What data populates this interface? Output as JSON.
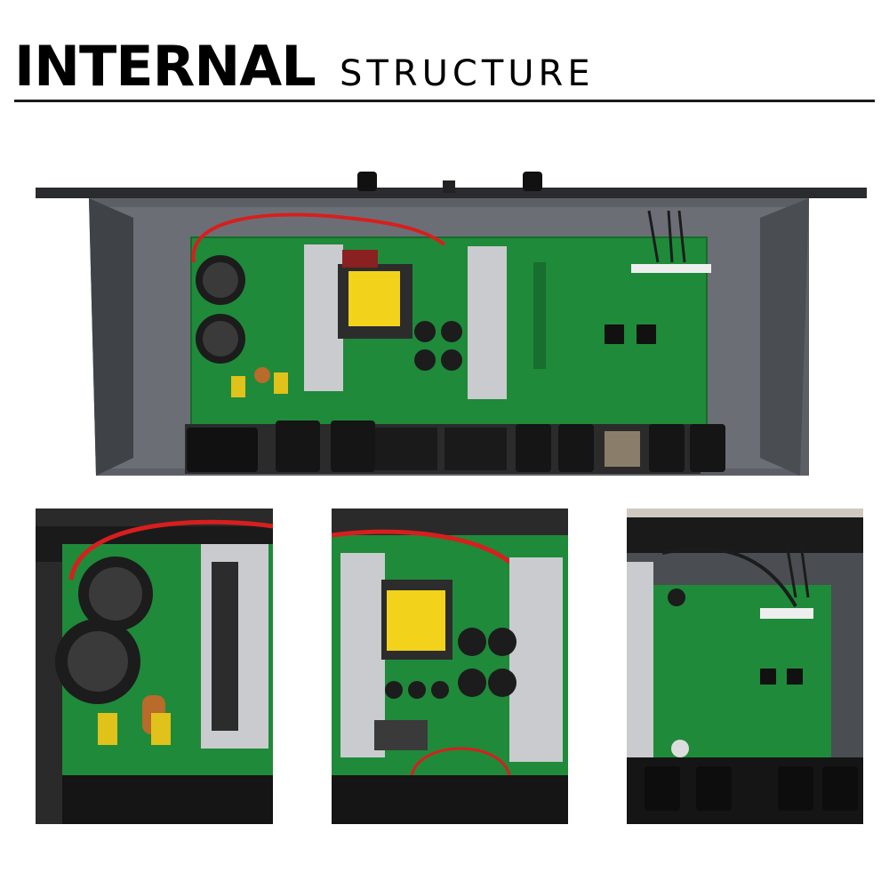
{
  "header": {
    "title_bold": "INTERNAL",
    "title_light": "STRUCTURE"
  },
  "colors": {
    "pcb_green": "#1f8a3a",
    "chassis_gray": "#4a4d52",
    "heatsink_silver": "#c9cbce",
    "transformer_yellow": "#f2d21b",
    "wire_red": "#d81e1e",
    "capacitor_black": "#1c1c1c"
  },
  "photos": [
    {
      "id": "main",
      "subject": "top view of amplifier chassis interior"
    },
    {
      "id": "left",
      "subject": "close-up of power supply capacitors"
    },
    {
      "id": "center",
      "subject": "close-up of transformer and heatsinks"
    },
    {
      "id": "right",
      "subject": "close-up of input processing board"
    }
  ]
}
